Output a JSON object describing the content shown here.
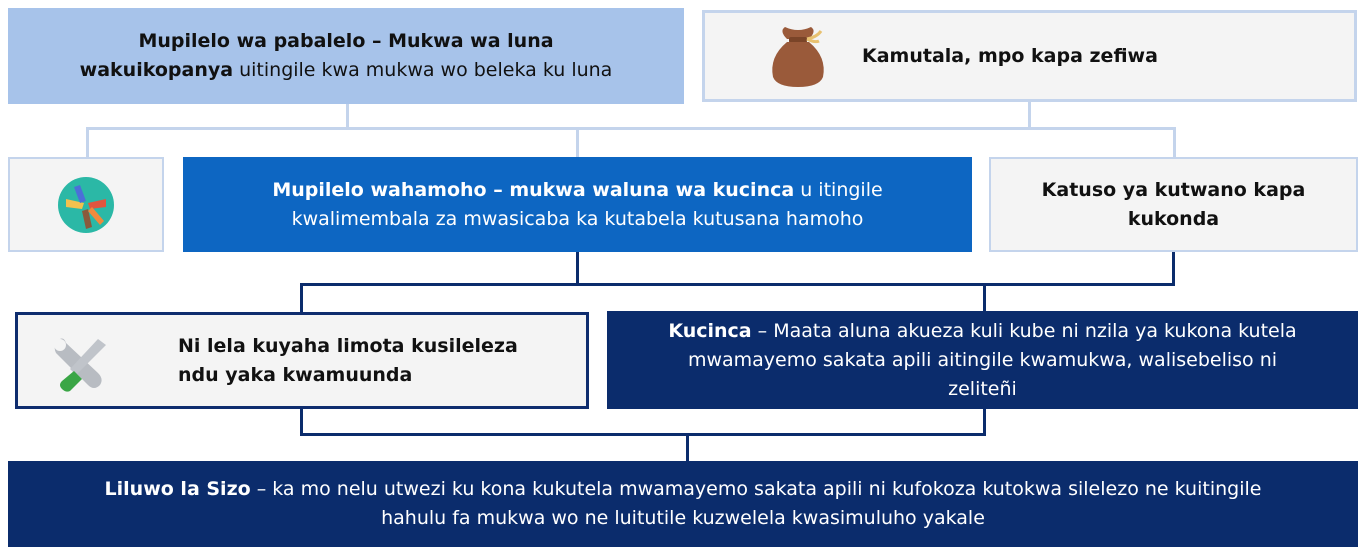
{
  "box_top_left": {
    "bold_line": "Mupilelo wa pabalelo – Mukwa wa luna",
    "bold_start": "wakuikopanya",
    "rest": " uitingile kwa mukwa wo beleka ku luna"
  },
  "box_top_right": {
    "icon": "money-bag-icon",
    "text": "Kamutala, mpo kapa zefiwa"
  },
  "box_mid_left": {
    "icon": "hands-circle-icon"
  },
  "box_mid_center": {
    "bold": "Mupilelo wahamoho – mukwa waluna wa kucinca",
    "rest_line1": " u itingile",
    "rest_line2": "kwalimembala za mwasicaba ka kutabela kutusana hamoho"
  },
  "box_mid_right": {
    "line1": "Katuso ya kutwano kapa",
    "line2": "kukonda"
  },
  "box_lower_left": {
    "icon": "tools-icon",
    "line1": "Ni lela kuyaha limota kusileleza",
    "line2": "ndu yaka kwamuunda"
  },
  "box_lower_right": {
    "bold": "Kucinca",
    "rest_line1": " – Maata aluna akueza kuli kube ni nzila ya kukona kutela",
    "line2": "mwamayemo sakata apili aitingile kwamukwa, walisebeliso ni",
    "line3": "zeliteñi"
  },
  "box_bottom": {
    "bold": "Liluwo la Sizo",
    "rest_line1": " – ka mo nelu utwezi ku kona kukutela mwamayemo sakata apili ni kufokoza kutokwa silelezo ne kuitingile",
    "line2": "hahulu fa mukwa wo ne luitutile kuzwelela kwasimuluho yakale"
  },
  "colors": {
    "light_blue": "#a7c3ea",
    "mid_blue": "#0d66c2",
    "dark_navy": "#0b2c6c",
    "light_gray": "#f4f4f4",
    "connector_light": "#c4d4ec"
  }
}
